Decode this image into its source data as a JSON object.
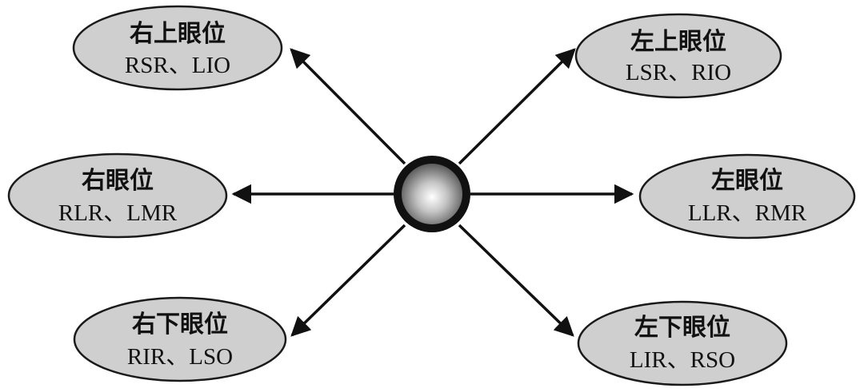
{
  "colors": {
    "ellipse_fill": "#cfcfcf",
    "ellipse_stroke": "#1a1a1a",
    "arrow": "#111111",
    "eye_outer": "#111111"
  },
  "nodes": {
    "upper_right_gaze": {
      "title": "右上眼位",
      "muscles": "RSR、LIO"
    },
    "upper_left_gaze": {
      "title": "左上眼位",
      "muscles": "LSR、RIO"
    },
    "right_gaze": {
      "title": "右眼位",
      "muscles": "RLR、LMR"
    },
    "left_gaze": {
      "title": "左眼位",
      "muscles": "LLR、RMR"
    },
    "lower_right_gaze": {
      "title": "右下眼位",
      "muscles": "RIR、LSO"
    },
    "lower_left_gaze": {
      "title": "左下眼位",
      "muscles": "LIR、RSO"
    }
  }
}
